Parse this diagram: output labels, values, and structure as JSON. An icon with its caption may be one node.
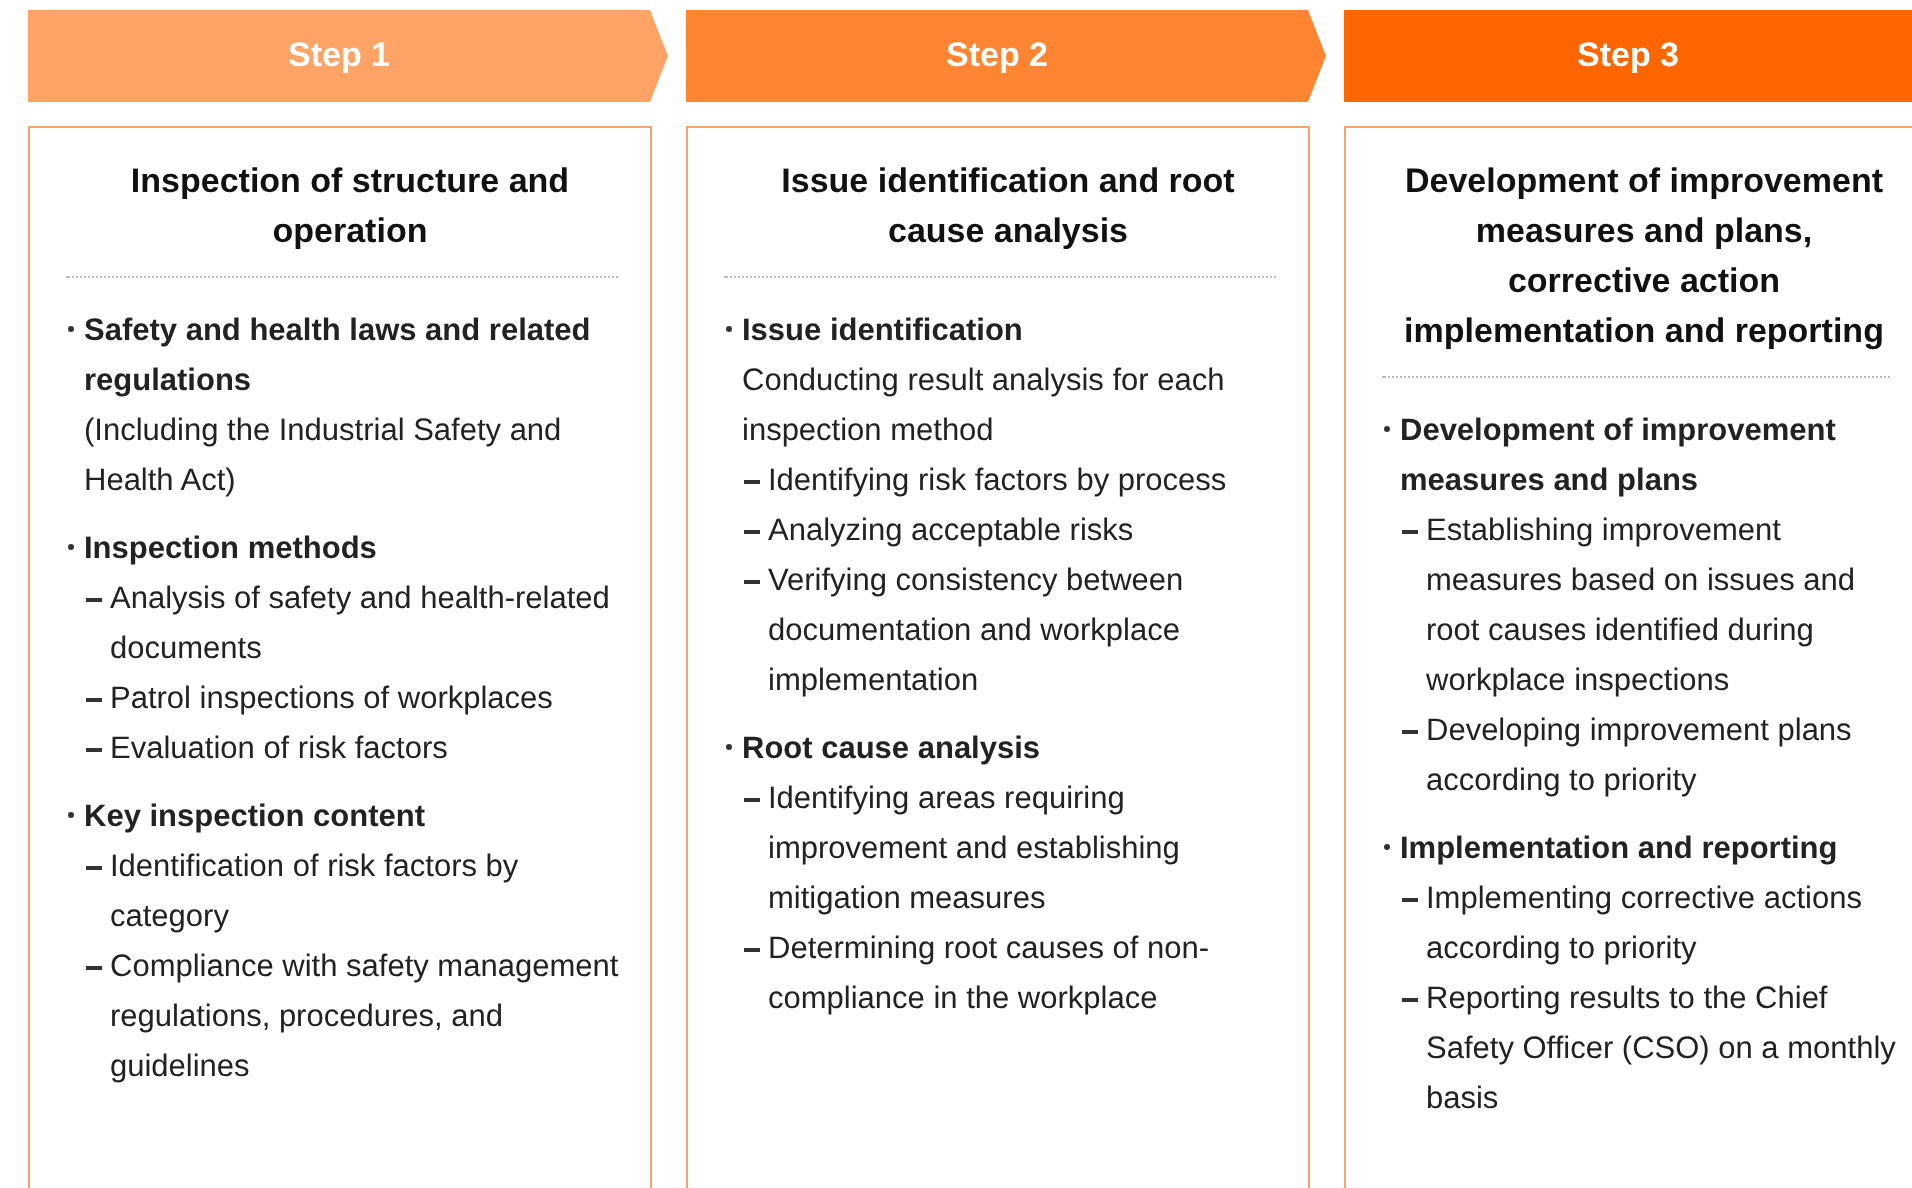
{
  "diagram": {
    "nodes": [
      {
        "text": [
          "Step 1"
        ]
      },
      {
        "text": [
          "Step 2"
        ]
      },
      {
        "text": [
          "Step 3"
        ]
      },
      {
        "text": [
          "Inspection of structure and operation",
          "Safety and health laws and related regulations",
          "(Including the Industrial Safety and Health Act)",
          "Inspection methods",
          "Analysis of safety and health-related documents",
          "Patrol inspections of workplaces",
          "Evaluation of risk factors",
          "Key inspection content",
          "Identification of risk factors by category",
          "Compliance with safety management regulations, procedures, and guidelines"
        ]
      },
      {
        "text": [
          "Issue identification and root cause analysis",
          "Issue identification",
          "Conducting result analysis for each inspection method",
          "Identifying risk factors by process",
          "Analyzing acceptable risks",
          "Verifying consistency between documentation and workplace implementation",
          "Root cause analysis",
          "Identifying areas requiring improvement and establishing mitigation measures",
          "Determining root causes of non-compliance in the workplace"
        ]
      },
      {
        "text": [
          "Development of improvement measures and plans, corrective action implementation and reporting",
          "Development of improvement measures and plans",
          "Establishing improvement measures based on issues and root causes identified during workplace inspections",
          "Developing improvement plans according to priority",
          "Implementation and reporting",
          "Implementing corrective actions according to priority",
          "Reporting results to the Chief Safety Officer (CSO) on a monthly basis"
        ]
      }
    ]
  }
}
